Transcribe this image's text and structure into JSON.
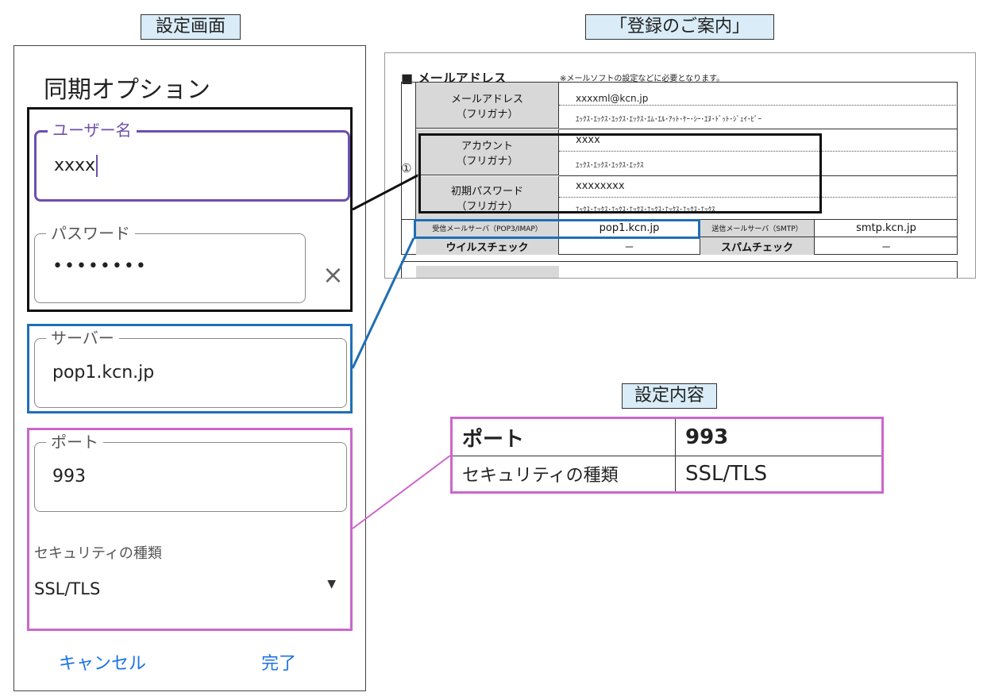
{
  "labels": {
    "settings_screen": "設定画面",
    "registration_guide": "「登録のご案内」",
    "settings_content": "設定内容"
  },
  "phone": {
    "title": "同期オプション",
    "username": {
      "label": "ユーザー名",
      "value": "xxxx"
    },
    "password": {
      "label": "パスワード",
      "value": "••••••••",
      "clear_icon": "×"
    },
    "server": {
      "label": "サーバー",
      "value": "pop1.kcn.jp"
    },
    "port": {
      "label": "ポート",
      "value": "993"
    },
    "security": {
      "label": "セキュリティの種類",
      "value": "SSL/TLS",
      "dropdown_icon": "▼"
    },
    "cancel": "キャンセル",
    "done": "完了"
  },
  "doc": {
    "section_title": "■ メールアドレス",
    "note": "※メールソフトの設定などに必要となります。",
    "circle_number": "①",
    "rows": [
      {
        "label": "メールアドレス",
        "sub": "（フリガナ）",
        "value": "xxxxml@kcn.jp",
        "kana": "ｴｯｸｽ･ｴｯｸｽ･ｴｯｸｽ･ｴｯｸｽ･ｴﾑ･ｴﾙ･ｱｯﾄ･ｹｰ･ｼｰ･ｴﾇ･ﾄﾞｯﾄ･ｼﾞｪｲ･ﾋﾟｰ"
      },
      {
        "label": "アカウント",
        "sub": "（フリガナ）",
        "value": "xxxx",
        "kana": "ｴｯｸｽ･ｴｯｸｽ･ｴｯｸｽ･ｴｯｸｽ"
      },
      {
        "label": "初期パスワード",
        "sub": "（フリガナ）",
        "value": "xxxxxxxx",
        "kana": "ｴｯｸｽ･ｴｯｸｽ･ｴｯｸｽ･ｴｯｸｽ･ｴｯｸｽ･ｴｯｸｽ･ｴｯｸｽ･ｴｯｸｽ"
      }
    ],
    "incoming_label": "受信メールサーバ（POP3/IMAP）",
    "incoming_value": "pop1.kcn.jp",
    "outgoing_label": "送信メールサーバ（SMTP）",
    "outgoing_value": "smtp.kcn.jp",
    "virus_label": "ウイルスチェック",
    "virus_value": "－",
    "spam_label": "スパムチェック",
    "spam_value": "－"
  },
  "summary": {
    "row1_key": "ポート",
    "row1_value": "993",
    "row2_key": "セキュリティの種類",
    "row2_value": "SSL/TLS"
  },
  "colors": {
    "black_frame": "#111111",
    "blue_frame": "#1f6fb5",
    "pink_frame": "#cc66cc",
    "focus_purple": "#6e4fae",
    "button_blue": "#1a73e8"
  }
}
